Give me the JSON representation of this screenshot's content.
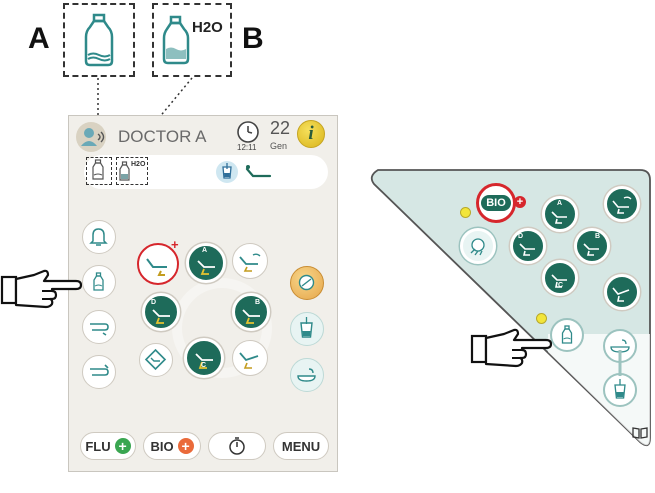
{
  "callouts": {
    "a_label": "A",
    "b_label": "B",
    "h2o_label": "H2O"
  },
  "header": {
    "user_name": "DOCTOR A",
    "clock_time": "12:11",
    "date_day": "22",
    "date_month": "Gen",
    "info_label": "i"
  },
  "status_bar": {
    "h2o_label": "H2O"
  },
  "positions": {
    "a": "A",
    "b": "B",
    "c": "C",
    "d": "D"
  },
  "bottom_bar": {
    "flu_label": "FLU",
    "bio_label": "BIO",
    "menu_label": "MENU"
  },
  "right_panel": {
    "bio_label": "BIO"
  },
  "colors": {
    "teal_dark": "#1e6b5a",
    "teal_light": "#d6e7e4",
    "accent_red": "#d6262c",
    "bio_orange": "#ea6a3a",
    "flu_green": "#3aa651",
    "yellow_dot": "#f2e53a"
  }
}
